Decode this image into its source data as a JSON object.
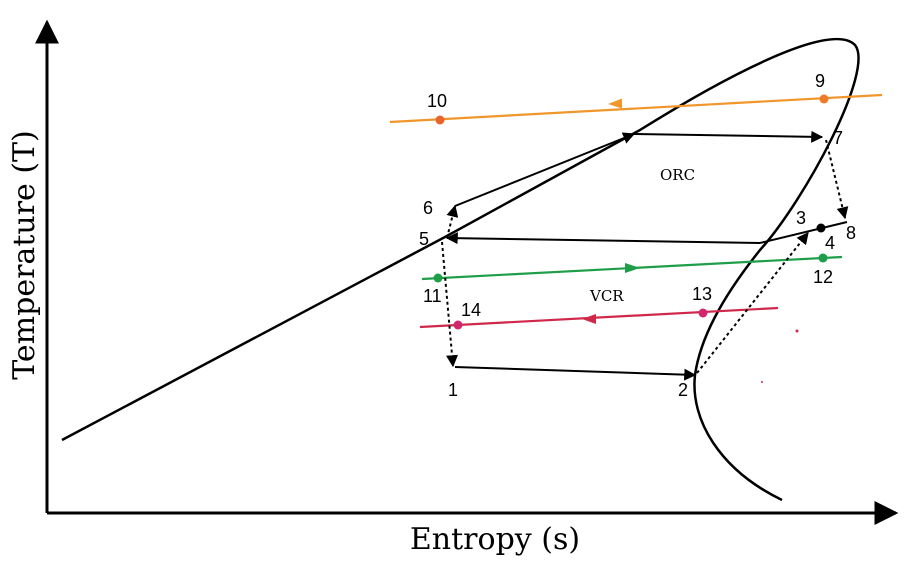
{
  "axes": {
    "x_title": "Entropy (s)",
    "y_title": "Temperature (T)"
  },
  "cycle_labels": {
    "orc": "ORC",
    "vcr": "VCR"
  },
  "point_labels": {
    "p1": "1",
    "p2": "2",
    "p3": "3",
    "p4": "4",
    "p5": "5",
    "p6": "6",
    "p7": "7",
    "p8": "8",
    "p9": "9",
    "p10": "10",
    "p11": "11",
    "p12": "12",
    "p13": "13",
    "p14": "14"
  },
  "colors": {
    "stream_9_10": "#f0962a",
    "stream_11_12": "#1e9e48",
    "stream_13_14": "#d0284a",
    "point_9": "#f07a2a",
    "point_10": "#e8642a",
    "point_11": "#1e9e48",
    "point_12": "#1e9e48",
    "point_13": "#d0286a",
    "point_14": "#d0286a",
    "cycle": "#000000"
  }
}
